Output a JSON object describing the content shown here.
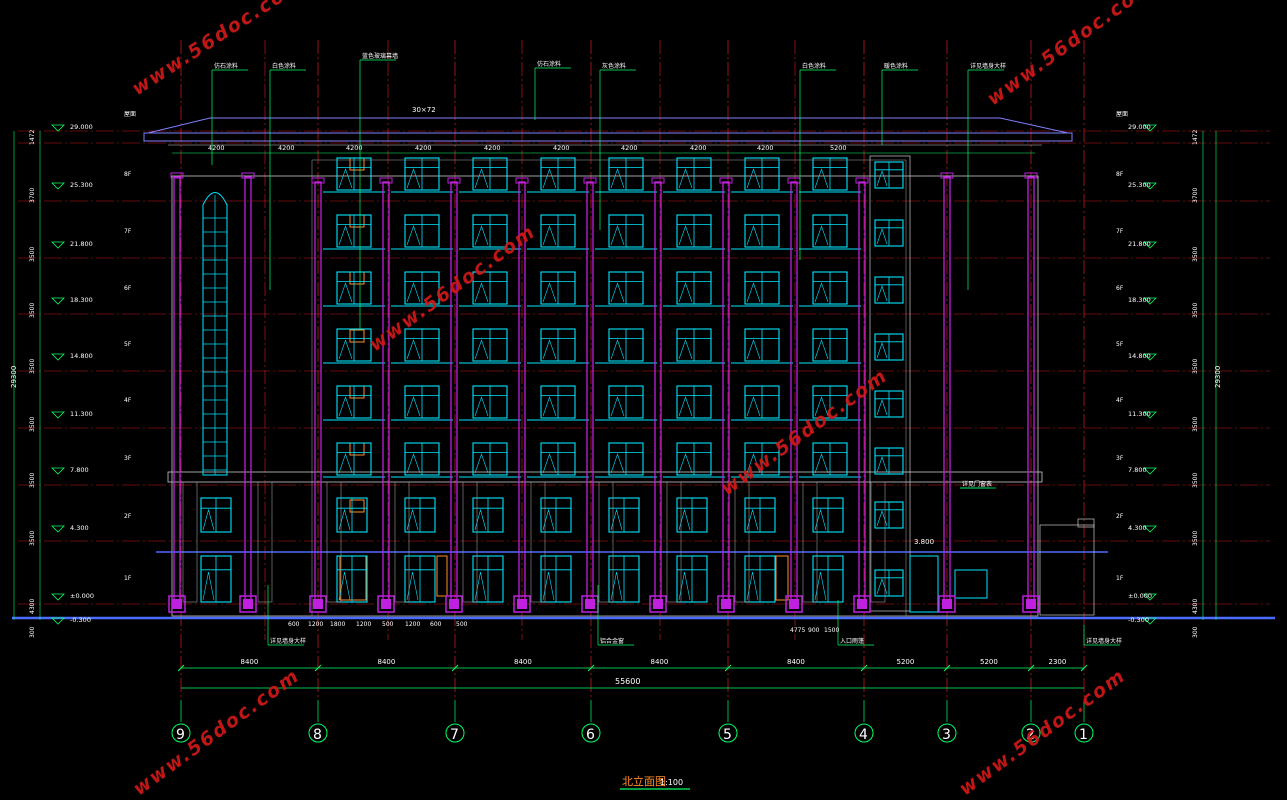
{
  "drawing": {
    "title": "北立面图",
    "scale": "1:100",
    "watermark": "www.56doc.com",
    "colors": {
      "background": "#000000",
      "outline": "#c8c8c8",
      "column": "#c020e0",
      "window": "#00e5ff",
      "axis": "#ff2020",
      "dimension": "#00ff66",
      "accent": "#ff8c2a",
      "text": "#ffffff",
      "watermark": "#d01818"
    }
  },
  "axes": [
    "9",
    "8",
    "7",
    "6",
    "5",
    "4",
    "3",
    "2",
    "1"
  ],
  "bay_dimensions": [
    "8400",
    "8400",
    "8400",
    "8400",
    "8400",
    "5200",
    "5200",
    "2300"
  ],
  "overall_dimension": "55600",
  "top_dimensions": [
    "4200",
    "4200",
    "4200",
    "4200",
    "4200",
    "4200",
    "4200",
    "4200",
    "4200",
    "5200"
  ],
  "floors": [
    "8F",
    "7F",
    "6F",
    "5F",
    "4F",
    "3F",
    "2F",
    "1F"
  ],
  "roof_label": "屋面",
  "elevations_left": [
    "29.000",
    "25.300",
    "21.800",
    "18.300",
    "14.800",
    "11.300",
    "7.800",
    "4.300",
    "±0.000",
    "-0.300"
  ],
  "elevations_right": [
    "29.000",
    "25.300",
    "21.800",
    "18.300",
    "14.800",
    "11.300",
    "7.800",
    "4.300",
    "±0.000",
    "-0.300"
  ],
  "story_heights": [
    "1472",
    "3700",
    "3500",
    "3500",
    "3500",
    "3500",
    "3500",
    "3500",
    "4300",
    "300"
  ],
  "total_height": "29300",
  "roof_note": "30×72",
  "canopy_elevation": "3.800",
  "annotations": [
    "仿石涂料",
    "白色涂料",
    "蓝色玻璃幕墙",
    "仿石涂料",
    "灰色涂料",
    "白色涂料",
    "暖色涂料",
    "详见墙身大样",
    "详见墙身大样",
    "铝合金窗",
    "详见门窗表",
    "入口雨篷",
    "详见墙身大样"
  ],
  "small_dims": [
    "600",
    "1200",
    "1800",
    "1200",
    "500",
    "1200",
    "600",
    "500",
    "4775",
    "900",
    "1500"
  ]
}
